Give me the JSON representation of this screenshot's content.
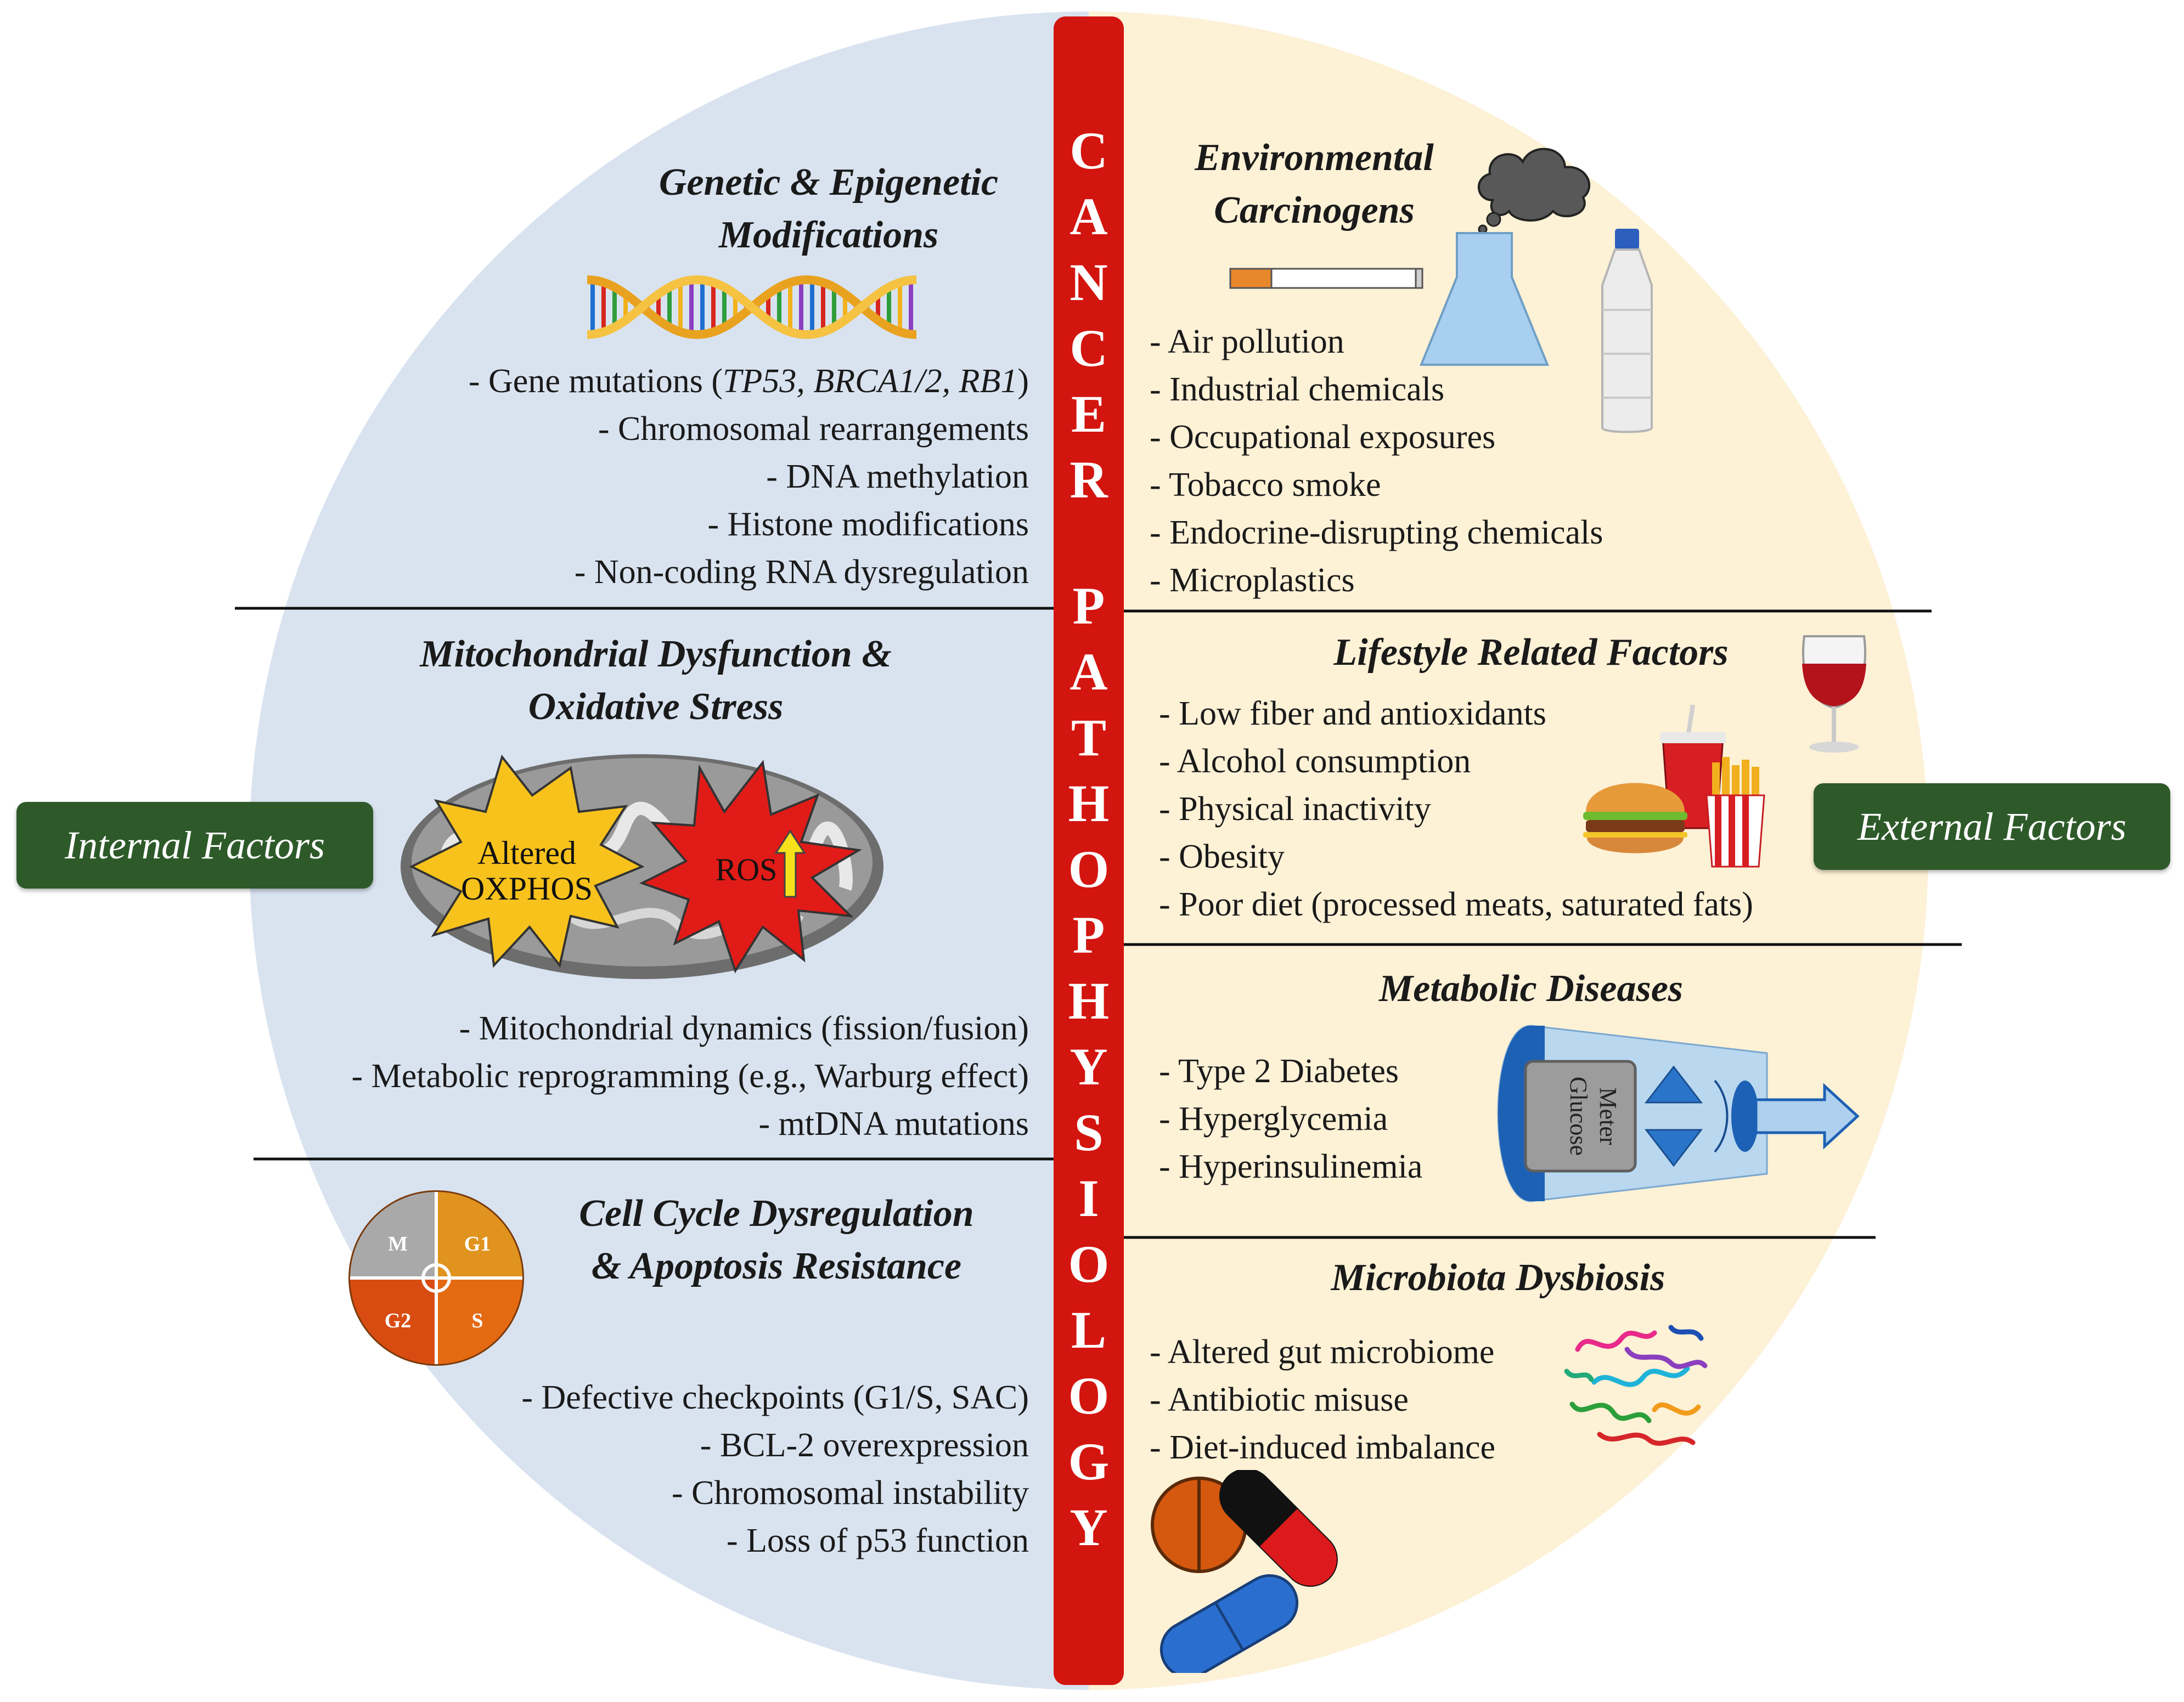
{
  "spine": {
    "letters_1": [
      "C",
      "A",
      "N",
      "C",
      "E",
      "R"
    ],
    "letters_2": [
      "P",
      "A",
      "T",
      "H",
      "O",
      "P",
      "H",
      "Y",
      "S",
      "I",
      "O",
      "L",
      "O",
      "G",
      "Y"
    ]
  },
  "factors": {
    "internal": "Internal Factors",
    "external": "External Factors"
  },
  "genetic": {
    "title_1": "Genetic & Epigenetic",
    "title_2": "Modifications",
    "items": [
      "- Gene mutations (",
      "TP53, BRCA1/2, RB1",
      ")",
      "- Chromosomal rearrangements",
      "- DNA methylation",
      "- Histone modifications",
      "- Non-coding RNA dysregulation"
    ]
  },
  "mito": {
    "title_1": "Mitochondrial Dysfunction &",
    "title_2": "Oxidative Stress",
    "star_1a": "Altered",
    "star_1b": "OXPHOS",
    "star_2": "ROS",
    "items": [
      "- Mitochondrial dynamics (fission/fusion)",
      "- Metabolic reprogramming (e.g., Warburg effect)",
      "- mtDNA mutations"
    ]
  },
  "cellcycle": {
    "title_1": "Cell Cycle Dysregulation",
    "title_2": "& Apoptosis Resistance",
    "phases": [
      "M",
      "G1",
      "S",
      "G2"
    ],
    "items": [
      "- Defective checkpoints (G1/S, SAC)",
      "- BCL-2 overexpression",
      "- Chromosomal instability",
      "- Loss of p53 function"
    ]
  },
  "environmental": {
    "title_1": "Environmental",
    "title_2": "Carcinogens",
    "items": [
      "- Air pollution",
      "- Industrial chemicals",
      "- Occupational exposures",
      "- Tobacco smoke",
      "- Endocrine-disrupting chemicals",
      "- Microplastics"
    ]
  },
  "lifestyle": {
    "title": "Lifestyle Related Factors",
    "items": [
      "- Low fiber and antioxidants",
      "- Alcohol consumption",
      "- Physical inactivity",
      "- Obesity",
      "- Poor diet (processed meats, saturated fats)"
    ]
  },
  "metabolic": {
    "title": "Metabolic Diseases",
    "meter_1": "Glucose",
    "meter_2": "Meter",
    "items": [
      "- Type 2 Diabetes",
      "- Hyperglycemia",
      "- Hyperinsulinemia"
    ]
  },
  "microbiota": {
    "title": "Microbiota Dysbiosis",
    "items": [
      "- Altered gut microbiome",
      "- Antibiotic misuse",
      "- Diet-induced imbalance"
    ]
  },
  "colors": {
    "left_bg": "#d9e3f0",
    "right_bg": "#fdf1d6",
    "spine": "#d3150f",
    "factor_box": "#2e5a2a"
  }
}
